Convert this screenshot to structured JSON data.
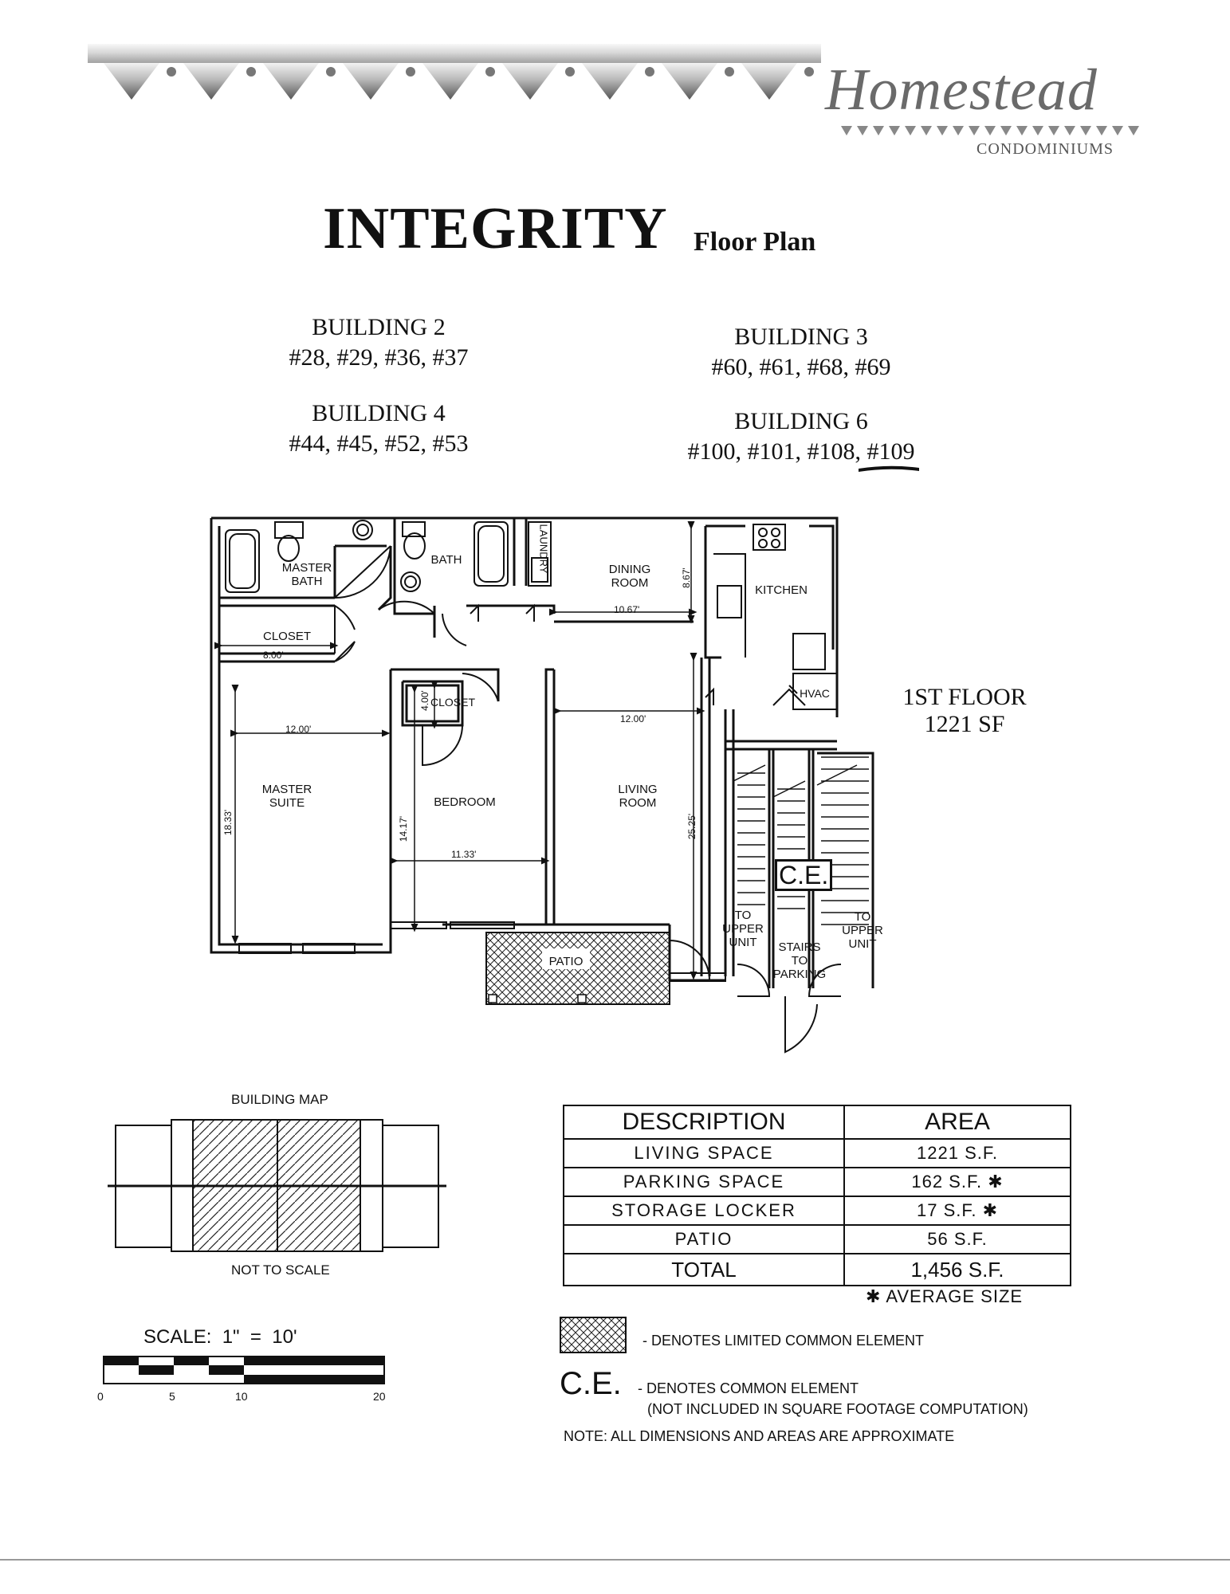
{
  "brand": {
    "name": "Homestead",
    "tagline": "CONDOMINIUMS"
  },
  "title": {
    "main": "INTEGRITY",
    "sub": "Floor Plan"
  },
  "buildings": [
    {
      "label": "BUILDING 2",
      "units": "#28, #29, #36, #37"
    },
    {
      "label": "BUILDING 3",
      "units": "#60, #61, #68, #69"
    },
    {
      "label": "BUILDING 4",
      "units": "#44, #45, #52, #53"
    },
    {
      "label": "BUILDING 6",
      "units": "#100, #101, #108, #109"
    }
  ],
  "floor": {
    "level": "1ST FLOOR",
    "area": "1221 SF"
  },
  "rooms": {
    "master_bath": "MASTER\nBATH",
    "bath": "BATH",
    "laundry": "LAUNDRY",
    "dining_room": "DINING\nROOM",
    "kitchen": "KITCHEN",
    "closet_master": "CLOSET",
    "closet_bedroom": "CLOSET",
    "hvac": "HVAC",
    "master_suite": "MASTER\nSUITE",
    "bedroom": "BEDROOM",
    "living_room": "LIVING\nROOM",
    "patio": "PATIO",
    "to_upper_unit_left": "TO\nUPPER\nUNIT",
    "stairs_to_parking": "STAIRS\nTO\nPARKING",
    "to_upper_unit_right": "TO\nUPPER\nUNIT",
    "common_element": "C.E."
  },
  "dimensions": {
    "dining_height": "8.67'",
    "dining_width": "10.67'",
    "closet_width": "8.00'",
    "closet_bedroom_depth": "4.00'",
    "master_width": "12.00'",
    "master_length": "18.33'",
    "living_width": "12.00'",
    "living_length": "25.25'",
    "bedroom_length": "14.17'",
    "bedroom_width": "11.33'"
  },
  "building_map": {
    "title": "BUILDING MAP",
    "caption": "NOT TO SCALE"
  },
  "scale": {
    "label": "SCALE:  1\"  =  10'",
    "ticks": [
      "0",
      "5",
      "10",
      "20"
    ]
  },
  "area_table": {
    "headers": [
      "DESCRIPTION",
      "AREA"
    ],
    "rows": [
      [
        "LIVING SPACE",
        "1221 S.F."
      ],
      [
        "PARKING SPACE",
        "162 S.F. ✱"
      ],
      [
        "STORAGE LOCKER",
        "17 S.F. ✱"
      ],
      [
        "PATIO",
        "56 S.F."
      ]
    ],
    "total": [
      "TOTAL",
      "1,456 S.F."
    ],
    "footnote": "✱ AVERAGE SIZE"
  },
  "legend": {
    "limited_common": "- DENOTES LIMITED COMMON ELEMENT",
    "ce_symbol": "C.E.",
    "common": "- DENOTES COMMON ELEMENT",
    "common_note": "(NOT INCLUDED IN SQUARE FOOTAGE COMPUTATION)",
    "approx_note": "NOTE: ALL DIMENSIONS AND AREAS ARE APPROXIMATE"
  },
  "colors": {
    "ink": "#111111",
    "brand_gray": "#6a6a6a",
    "banner_gray": "#8a8a8a"
  }
}
